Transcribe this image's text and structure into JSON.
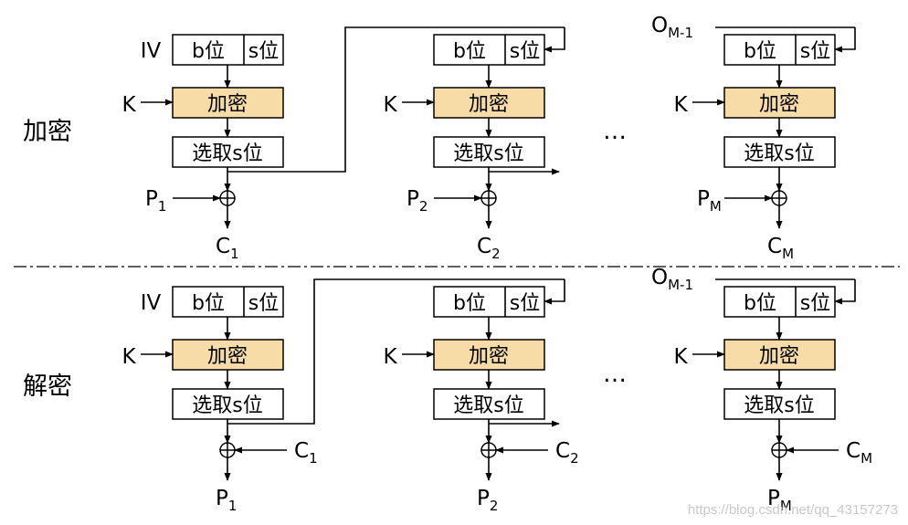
{
  "sections": {
    "encrypt_title": "加密",
    "decrypt_title": "解密"
  },
  "box_labels": {
    "b_bits": "b位",
    "s_bits": "s位",
    "encrypt": "加密",
    "select_s": "选取s位"
  },
  "inputs": {
    "iv": "IV",
    "key": "K",
    "o_main": "O",
    "o_sub": "M-1"
  },
  "encrypt_stages": [
    {
      "p": "P",
      "p_sub": "1",
      "c": "C",
      "c_sub": "1"
    },
    {
      "p": "P",
      "p_sub": "2",
      "c": "C",
      "c_sub": "2"
    },
    {
      "p": "P",
      "p_sub": "M",
      "c": "C",
      "c_sub": "M"
    }
  ],
  "decrypt_stages": [
    {
      "c": "C",
      "c_sub": "1",
      "p": "P",
      "p_sub": "1"
    },
    {
      "c": "C",
      "c_sub": "2",
      "p": "P",
      "p_sub": "2"
    },
    {
      "c": "C",
      "c_sub": "M",
      "p": "P",
      "p_sub": "M"
    }
  ],
  "ellipsis": "…",
  "watermark": "https://blog.csdn.net/qq_43157273",
  "colors": {
    "encrypt_fill": "#f7dca7",
    "stroke": "#000000"
  }
}
